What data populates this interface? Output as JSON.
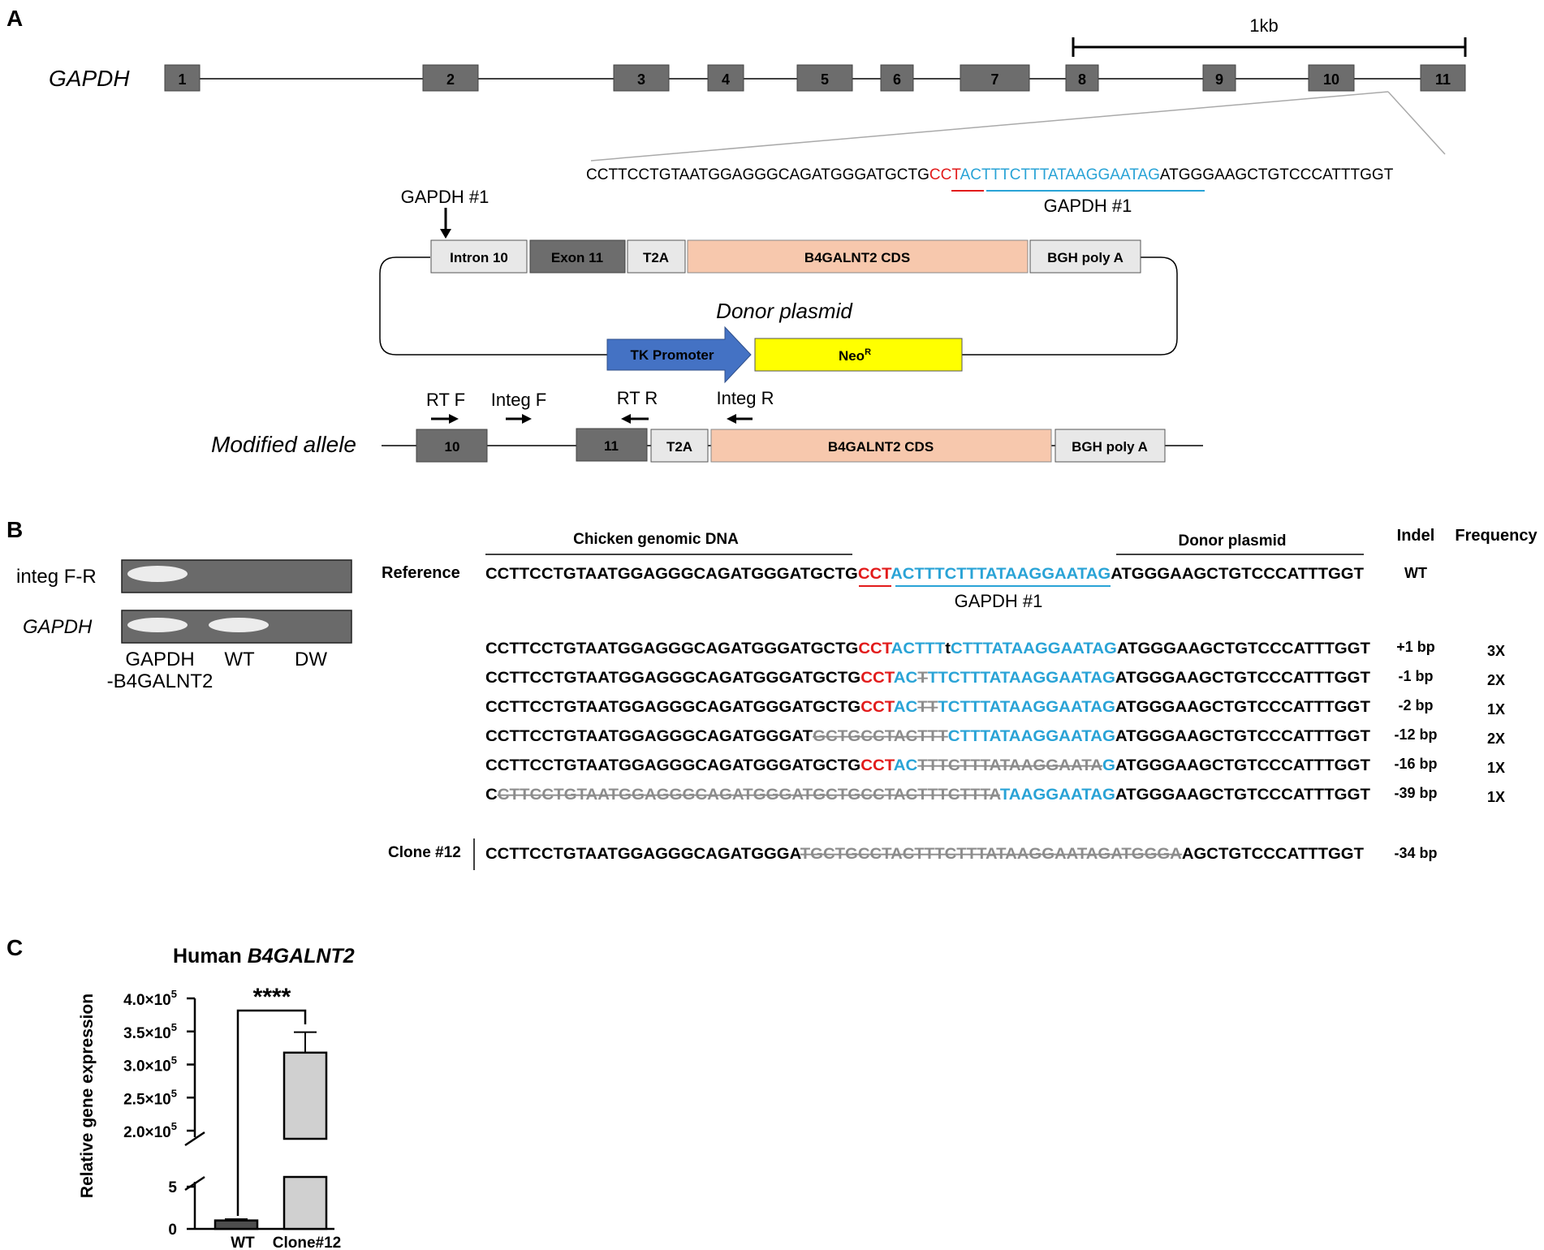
{
  "panel_labels": {
    "a": "A",
    "b": "B",
    "c": "C"
  },
  "colors": {
    "exon": "#6d6d6d",
    "light_box": "#e8e8e8",
    "cds": "#f7c8ad",
    "tk": "#4472c4",
    "neo": "#ffff00",
    "pam": "#e21b1b",
    "guide": "#29a3d6",
    "deleted": "#8c8c8c",
    "bar_wt": "#4d4d4d",
    "bar_clone": "#d0d0d0"
  },
  "panel_a": {
    "gene_label": "GAPDH",
    "scale_label": "1kb",
    "exons": [
      "1",
      "2",
      "3",
      "4",
      "5",
      "6",
      "7",
      "8",
      "9",
      "10",
      "11"
    ],
    "seq": {
      "left": "CCTTCCTGTAATGGAGGGCAGATGGGATGCTG",
      "pam": "CCT",
      "guide": "ACTTTCTTTATAAGGAATAG",
      "right": "ATGGGAAGCTGTCCCATTTGGT"
    },
    "guide_label": "GAPDH #1",
    "cut_label": "GAPDH #1",
    "donor": {
      "boxes": {
        "intron10": "Intron 10",
        "exon11": "Exon 11",
        "t2a": "T2A",
        "cds": "B4GALNT2 CDS",
        "bgh": "BGH poly A"
      },
      "title": "Donor plasmid",
      "tk": "TK Promoter",
      "neo": "Neo",
      "neo_sup": "R"
    },
    "modified": {
      "label": "Modified allele",
      "primers": {
        "rtf": "RT F",
        "integf": "Integ F",
        "rtr": "RT R",
        "integr": "Integ R"
      },
      "exon10": "10",
      "exon11": "11",
      "t2a": "T2A",
      "cds": "B4GALNT2 CDS",
      "bgh": "BGH poly A"
    }
  },
  "panel_b": {
    "gel": {
      "rows": [
        "integ F-R",
        "GAPDH"
      ],
      "lanes": [
        "GAPDH",
        "-B4GALNT2",
        "WT",
        "DW"
      ]
    },
    "headers": {
      "genomic": "Chicken genomic DNA",
      "donor": "Donor plasmid",
      "indel": "Indel",
      "frequency": "Frequency"
    },
    "reference": {
      "label": "Reference",
      "left": "CCTTCCTGTAATGGAGGGCAGATGGGATGCTG",
      "pam": "CCT",
      "guide": "ACTTTCTTTATAAGGAATAG",
      "right": "ATGGGAAGCTGTCCCATTTGGT",
      "indel": "WT",
      "guide_label": "GAPDH #1"
    },
    "variants": [
      {
        "indel": "+1 bp",
        "freq": "3X",
        "segments": [
          {
            "t": "CCTTCCTGTAATGGAGGGCAGATGGGATGCTG",
            "c": "black"
          },
          {
            "t": "CCT",
            "c": "red"
          },
          {
            "t": "ACTTT",
            "c": "blue"
          },
          {
            "t": "t",
            "c": "black"
          },
          {
            "t": "CTTTATAAGGAATAG",
            "c": "blue"
          },
          {
            "t": "ATGGGAAGCTGTCCCATTTGGT",
            "c": "black"
          }
        ]
      },
      {
        "indel": "-1 bp",
        "freq": "2X",
        "segments": [
          {
            "t": "CCTTCCTGTAATGGAGGGCAGATGGGATGCTG",
            "c": "black"
          },
          {
            "t": "CCT",
            "c": "red"
          },
          {
            "t": "AC",
            "c": "blue"
          },
          {
            "t": "T",
            "c": "del"
          },
          {
            "t": "TTCTTTATAAGGAATAG",
            "c": "blue"
          },
          {
            "t": "ATGGGAAGCTGTCCCATTTGGT",
            "c": "black"
          }
        ]
      },
      {
        "indel": "-2 bp",
        "freq": "1X",
        "segments": [
          {
            "t": "CCTTCCTGTAATGGAGGGCAGATGGGATGCTG",
            "c": "black"
          },
          {
            "t": "CCT",
            "c": "red"
          },
          {
            "t": "AC",
            "c": "blue"
          },
          {
            "t": "TT",
            "c": "del"
          },
          {
            "t": "TCTTTATAAGGAATAG",
            "c": "blue"
          },
          {
            "t": "ATGGGAAGCTGTCCCATTTGGT",
            "c": "black"
          }
        ]
      },
      {
        "indel": "-12 bp",
        "freq": "2X",
        "segments": [
          {
            "t": "CCTTCCTGTAATGGAGGGCAGATGGGAT",
            "c": "black"
          },
          {
            "t": "GCTGCCTACTTT",
            "c": "del"
          },
          {
            "t": "CTTTATAAGGAATAG",
            "c": "blue"
          },
          {
            "t": "ATGGGAAGCTGTCCCATTTGGT",
            "c": "black"
          }
        ]
      },
      {
        "indel": "-16 bp",
        "freq": "1X",
        "segments": [
          {
            "t": "CCTTCCTGTAATGGAGGGCAGATGGGATGCTG",
            "c": "black"
          },
          {
            "t": "CCT",
            "c": "red"
          },
          {
            "t": "AC",
            "c": "blue"
          },
          {
            "t": "TTTCTTTATAAGGAATA",
            "c": "del"
          },
          {
            "t": "G",
            "c": "blue"
          },
          {
            "t": "ATGGGAAGCTGTCCCATTTGGT",
            "c": "black"
          }
        ]
      },
      {
        "indel": "-39 bp",
        "freq": "1X",
        "segments": [
          {
            "t": "C",
            "c": "black"
          },
          {
            "t": "CTTCCTGTAATGGAGGGCAGATGGGATGCTGCCTACTTTCTTTA",
            "c": "del"
          },
          {
            "t": "TAAGGAATAG",
            "c": "blue"
          },
          {
            "t": "ATGGGAAGCTGTCCCATTTGGT",
            "c": "black"
          }
        ]
      }
    ],
    "clone": {
      "label": "Clone #12",
      "indel": "-34 bp",
      "segments": [
        {
          "t": "CCTTCCTGTAATGGAGGGCAGATGGGA",
          "c": "black"
        },
        {
          "t": "TGCTGCCTACTTTCTTTATAAGGAATAGATGGGA",
          "c": "del"
        },
        {
          "t": "AGCTGTCCCATTTGGT",
          "c": "black"
        }
      ]
    }
  },
  "chart_data": {
    "type": "bar",
    "title_prefix": "Human ",
    "title_gene": "B4GALNT2",
    "ylabel": "Relative gene expression",
    "categories": [
      "WT",
      "Clone#12"
    ],
    "values": [
      1,
      318000
    ],
    "error": [
      0.15,
      31000
    ],
    "axis_lower": {
      "range": [
        0,
        5
      ],
      "ticks": [
        "0",
        "5"
      ]
    },
    "axis_upper": {
      "range": [
        200000,
        400000
      ],
      "ticks": [
        "2.0×10",
        "2.5×10",
        "3.0×10",
        "3.5×10",
        "4.0×10"
      ],
      "tick_exp": "5"
    },
    "significance": "****"
  }
}
